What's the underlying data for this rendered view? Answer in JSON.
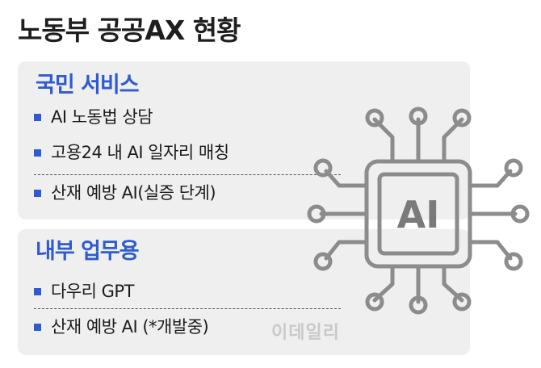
{
  "title": "노동부 공공AX 현황",
  "sections": [
    {
      "heading": "국민 서비스",
      "items": [
        "AI 노동법 상담",
        "고용24 내 AI 일자리 매칭",
        "산재 예방 AI(실증 단계)"
      ]
    },
    {
      "heading": "내부 업무용",
      "items": [
        "다우리 GPT",
        "산재 예방 AI (*개발중)"
      ]
    }
  ],
  "chip_label": "AI",
  "watermark": "이데일리",
  "colors": {
    "accent": "#2f5bd0",
    "panel_bg": "#efefef",
    "circuit": "#8c8c8c",
    "text": "#1c1c1c"
  },
  "icons": [
    "ai-chip-icon"
  ]
}
